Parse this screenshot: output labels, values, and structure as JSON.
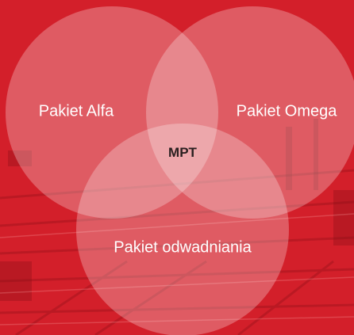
{
  "venn": {
    "circles": [
      {
        "label": "Pakiet Alfa"
      },
      {
        "label": "Pakiet Omega"
      },
      {
        "label": "Pakiet odwadniania"
      }
    ],
    "intersection_label": "MPT"
  },
  "colors": {
    "background": "#d31f2a",
    "circle_fill": "#ffffff",
    "label_text": "#ffffff",
    "center_text": "#2a2020"
  }
}
